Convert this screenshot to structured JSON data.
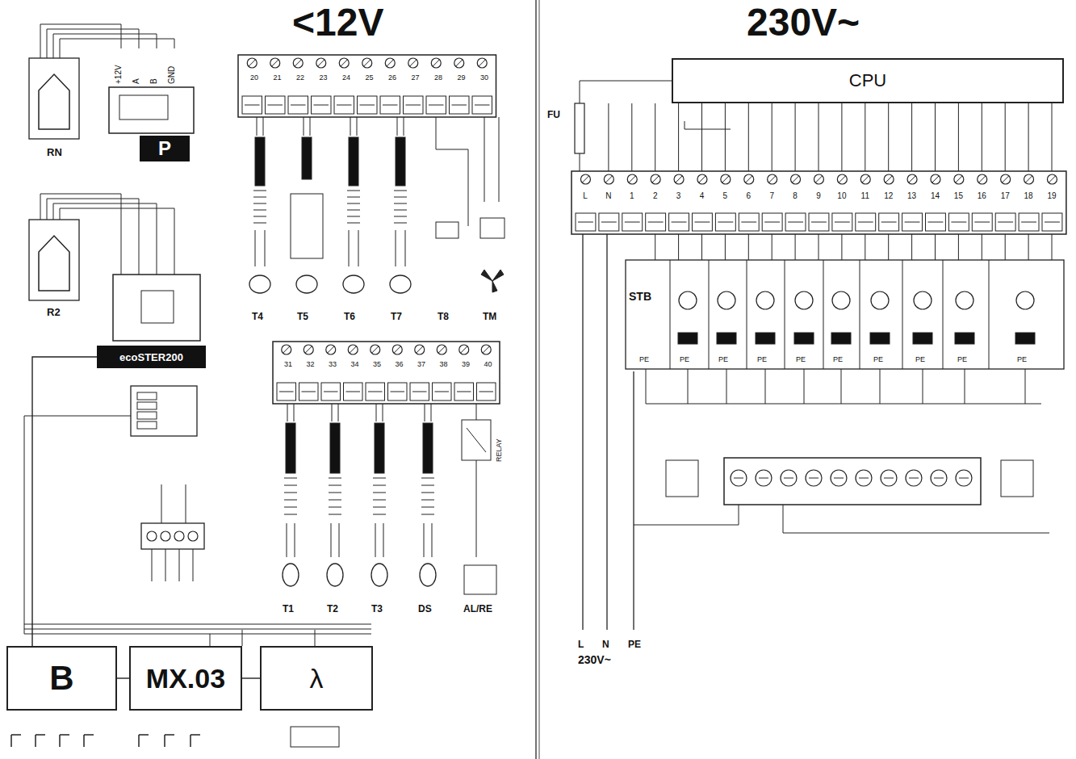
{
  "diagram": {
    "nodes": [
      {
        "text": [
          "P"
        ]
      },
      {
        "text": [
          "ecoSTER200"
        ]
      },
      {
        "text": [
          "CPU"
        ]
      },
      {
        "text": [
          "B"
        ]
      },
      {
        "text": [
          "MX.03"
        ]
      },
      {
        "text": [
          "λ"
        ]
      }
    ],
    "edges": [
      {
        "from": 1,
        "to": 3,
        "arrow": "none"
      },
      {
        "from": 3,
        "to": 4,
        "arrow": "none"
      },
      {
        "from": 4,
        "to": 5,
        "arrow": "none"
      }
    ],
    "labels": [
      "<12V",
      "230V~",
      "RN",
      "R2",
      "+12V",
      "A",
      "B",
      "GND",
      "20",
      "21",
      "22",
      "23",
      "24",
      "25",
      "26",
      "27",
      "28",
      "29",
      "30",
      "T4",
      "T5",
      "T6",
      "T7",
      "T8",
      "TM",
      "31",
      "32",
      "33",
      "34",
      "35",
      "36",
      "37",
      "38",
      "39",
      "40",
      "T1",
      "T2",
      "T3",
      "DS",
      "AL/RE",
      "RELAY",
      "FU",
      "L",
      "N",
      "1",
      "2",
      "3",
      "4",
      "5",
      "6",
      "7",
      "8",
      "9",
      "10",
      "11",
      "12",
      "13",
      "14",
      "15",
      "16",
      "17",
      "18",
      "19",
      "STB",
      "PE",
      "PE",
      "PE",
      "PE",
      "PE",
      "PE",
      "PE",
      "PE",
      "PE",
      "PE",
      "L",
      "N",
      "PE",
      "230V~"
    ]
  }
}
